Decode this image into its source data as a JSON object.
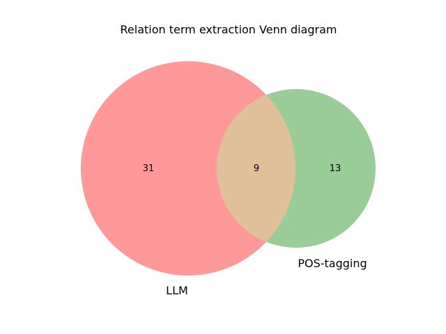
{
  "title": "Relation term extraction Venn diagram",
  "sets": {
    "left": {
      "label": "LLM",
      "only_count": "31",
      "color": "#ff9999"
    },
    "right": {
      "label": "POS-tagging",
      "only_count": "13",
      "color": "#99cc99"
    }
  },
  "intersection": {
    "count": "9",
    "color": "#e0c09a"
  }
}
